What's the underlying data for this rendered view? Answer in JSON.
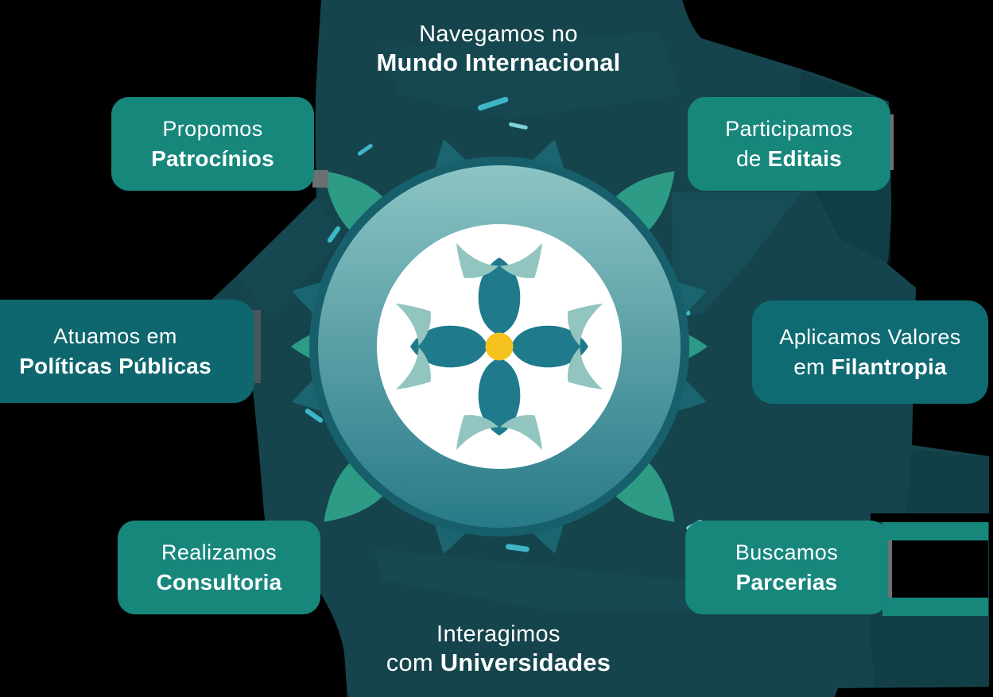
{
  "diagram": {
    "type": "hub-and-spoke infographic",
    "language": "pt-BR",
    "center_icon": "mandala-flower-icon"
  },
  "labels": [
    {
      "id": "top",
      "line1": "Navegamos no",
      "line2_prefix": "",
      "line2_bold": "Mundo Internacional"
    },
    {
      "id": "top-left",
      "line1": "Propomos",
      "line2_prefix": "",
      "line2_bold": "Patrocínios"
    },
    {
      "id": "top-right",
      "line1": "Participamos",
      "line2_prefix": "de ",
      "line2_bold": "Editais"
    },
    {
      "id": "mid-left",
      "line1": "Atuamos em",
      "line2_prefix": "",
      "line2_bold": "Políticas Públicas"
    },
    {
      "id": "mid-right",
      "line1": "Aplicamos Valores",
      "line2_prefix": "em ",
      "line2_bold": "Filantropia"
    },
    {
      "id": "bottom-left",
      "line1": "Realizamos",
      "line2_prefix": "",
      "line2_bold": "Consultoria"
    },
    {
      "id": "bottom-right",
      "line1": "Buscamos",
      "line2_prefix": "",
      "line2_bold": "Parcerias"
    },
    {
      "id": "bottom",
      "line1": "Interagimos",
      "line2_prefix": "com ",
      "line2_bold": "Universidades"
    }
  ],
  "colors": {
    "page_background": "#000000",
    "splash_background": "#15444C",
    "card_green": "#17877C",
    "card_teal_left": "#0E666E",
    "card_teal_right": "#0F6B73",
    "emblem_ring": "#1A6570",
    "emblem_gradient_top": "#8CC4C4",
    "emblem_gradient_bottom": "#287A88",
    "emblem_inner_disc": "#FFFFFF",
    "flower_petal_dark": "#1F7A8C",
    "flower_fin_light": "#92C5BF",
    "flower_center_yellow": "#F6C21E",
    "leaf_green": "#2D9B85",
    "accent_cyan": "#3EB6C5",
    "text": "#FFFFFF"
  },
  "icons": {
    "center": "mandala-flower-icon"
  }
}
